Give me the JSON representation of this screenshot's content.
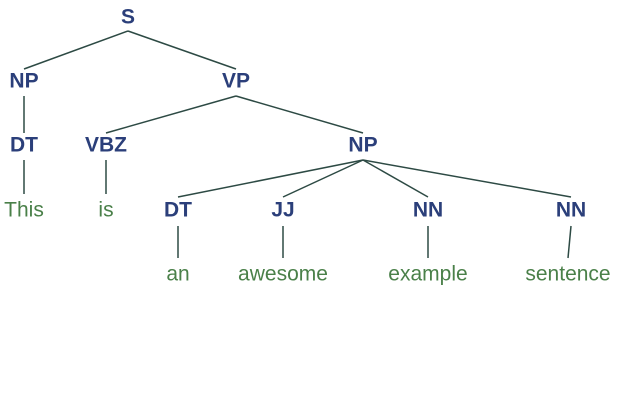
{
  "tree": {
    "nodes": [
      {
        "id": "s",
        "label": "S",
        "kind": "tag"
      },
      {
        "id": "np1",
        "label": "NP",
        "kind": "tag"
      },
      {
        "id": "vp",
        "label": "VP",
        "kind": "tag"
      },
      {
        "id": "dt1",
        "label": "DT",
        "kind": "tag"
      },
      {
        "id": "vbz",
        "label": "VBZ",
        "kind": "tag"
      },
      {
        "id": "np2",
        "label": "NP",
        "kind": "tag"
      },
      {
        "id": "w-this",
        "label": "This",
        "kind": "word"
      },
      {
        "id": "w-is",
        "label": "is",
        "kind": "word"
      },
      {
        "id": "dt2",
        "label": "DT",
        "kind": "tag"
      },
      {
        "id": "jj",
        "label": "JJ",
        "kind": "tag"
      },
      {
        "id": "nn1",
        "label": "NN",
        "kind": "tag"
      },
      {
        "id": "nn2",
        "label": "NN",
        "kind": "tag"
      },
      {
        "id": "w-an",
        "label": "an",
        "kind": "word"
      },
      {
        "id": "w-awesome",
        "label": "awesome",
        "kind": "word"
      },
      {
        "id": "w-example",
        "label": "example",
        "kind": "word"
      },
      {
        "id": "w-sentence",
        "label": "sentence",
        "kind": "word"
      }
    ],
    "edges": [
      [
        "s",
        "np1"
      ],
      [
        "s",
        "vp"
      ],
      [
        "np1",
        "dt1"
      ],
      [
        "dt1",
        "w-this"
      ],
      [
        "vp",
        "vbz"
      ],
      [
        "vp",
        "np2"
      ],
      [
        "vbz",
        "w-is"
      ],
      [
        "np2",
        "dt2"
      ],
      [
        "np2",
        "jj"
      ],
      [
        "np2",
        "nn1"
      ],
      [
        "np2",
        "nn2"
      ],
      [
        "dt2",
        "w-an"
      ],
      [
        "jj",
        "w-awesome"
      ],
      [
        "nn1",
        "w-example"
      ],
      [
        "nn2",
        "w-sentence"
      ]
    ],
    "colors": {
      "tag": "#2b3f7a",
      "word": "#4a8049",
      "edge": "#2d4a44"
    }
  }
}
